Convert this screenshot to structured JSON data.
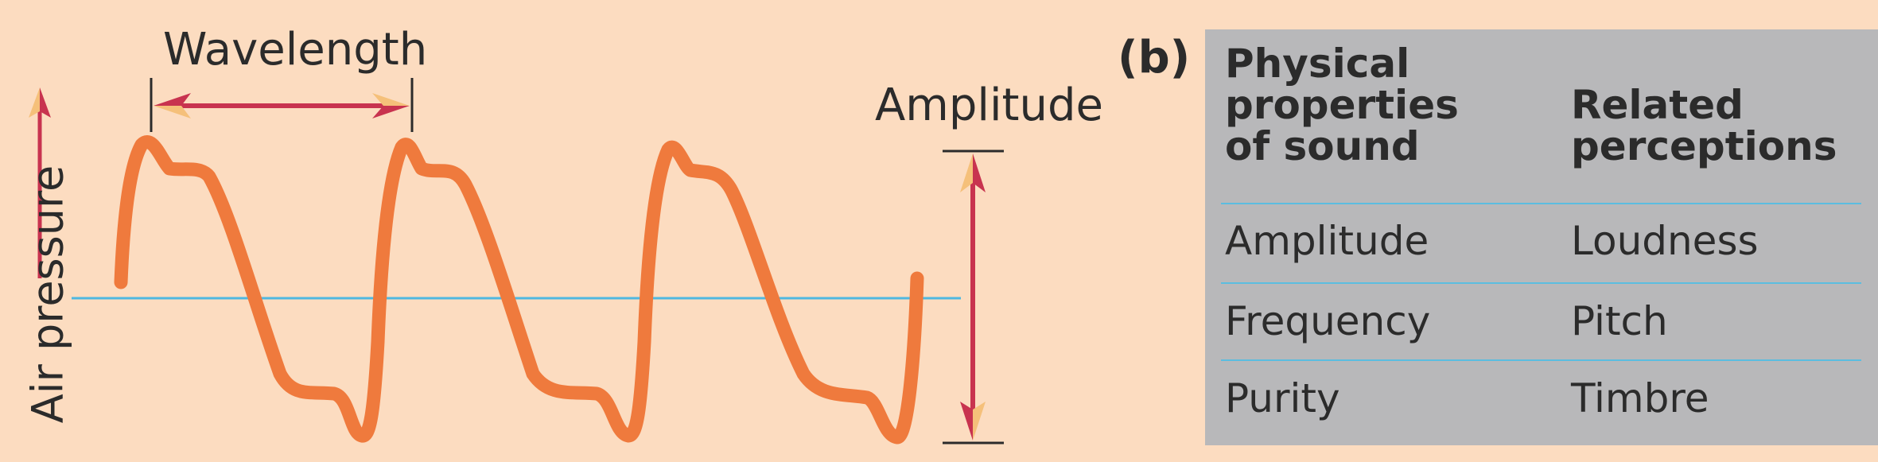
{
  "diagram": {
    "wavelength_label": "Wavelength",
    "amplitude_label": "Amplitude",
    "axis_label": "Air pressure",
    "colors": {
      "wave": "#ef7a3d",
      "baseline": "#4fb8e0",
      "arrow_shaft": "#c8334f",
      "arrow_head_light": "#f5c07a"
    }
  },
  "part_label": "(b)",
  "table": {
    "headers": [
      "Physical properties of sound",
      "Related perceptions"
    ],
    "header_lines": [
      [
        "Physical",
        "properties",
        "of sound"
      ],
      [
        "Related",
        "perceptions"
      ]
    ],
    "rows": [
      [
        "Amplitude",
        "Loudness"
      ],
      [
        "Frequency",
        "Pitch"
      ],
      [
        "Purity",
        "Timbre"
      ]
    ],
    "colors": {
      "background": "#b8b8ba",
      "rule": "#5bbde0"
    }
  }
}
